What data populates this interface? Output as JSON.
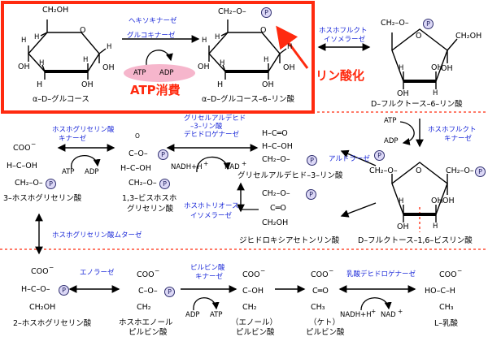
{
  "glucose": {
    "ch2oh": "CH₂OH",
    "o": "O",
    "oh": "OH",
    "h": "H",
    "name": "α–D–グルコース"
  },
  "g6p": {
    "ch2o": "CH₂–O–",
    "o": "O",
    "oh": "OH",
    "h": "H",
    "name": "α–D–グルコース–6–リン酸"
  },
  "enzymes": {
    "hexokinase": "ヘキソキナーゼ",
    "glucokinase": "グルコキナーゼ",
    "phi1": "ホスホフルクト",
    "phi2": "イソメラーゼ",
    "pfk1": "ホスホフルクト",
    "pfk2": "キナーゼ",
    "aldolase": "アルドラーゼ",
    "gapdh1": "グリセルアルデヒド",
    "gapdh2": "–3–リン酸",
    "gapdh3": "デヒドロゲナーゼ",
    "pgk1": "ホスホグリセリン酸",
    "pgk2": "キナーゼ",
    "tpi1": "ホスホトリオース",
    "tpi2": "イソメラーゼ",
    "pgm": "ホスホグリセリン酸ムターゼ",
    "enolase": "エノラーゼ",
    "pk1": "ピルビン酸",
    "pk2": "キナーゼ",
    "ldh": "乳酸デヒドロゲナーゼ"
  },
  "cofactors": {
    "atp": "ATP",
    "adp": "ADP",
    "nadh": "NADH+H",
    "nad": "NAD",
    "plus": "+"
  },
  "highlights": {
    "atp_consumption": "ATP消費",
    "phosphorylation": "リン酸化"
  },
  "phosphate": "P",
  "f6p": {
    "ch2o": "CH₂–O–",
    "ch2oh": "CH₂OH",
    "o": "O",
    "oh": "OH",
    "h": "H",
    "name": "D–フルクトース–6–リン酸"
  },
  "f16bp": {
    "ch2o": "CH₂–O–",
    "ch2o2": "CH₂–O–",
    "o": "O",
    "oh": "OH",
    "h": "H",
    "name": "D–フルクトース–1,6–ビスリン酸"
  },
  "gap": {
    "hco": "H–C═O",
    "hcoh": "H–C–OH",
    "ch2o": "CH₂–O–",
    "name": "グリセルアルデヒド–3–リン酸"
  },
  "dhap": {
    "ch2o": "CH₂–O–",
    "co": "C═O",
    "ch2oh": "CH₂OH",
    "name": "ジヒドロキシアセトンリン酸"
  },
  "bpg": {
    "co": "C–O–",
    "o": "O",
    "hcoh": "H–C–OH",
    "ch2o": "CH₂–O–",
    "name1": "1,3–ビスホスホ",
    "name2": "グリセリン酸"
  },
  "pg3": {
    "coo": "COO",
    "hcoh": "H–C–OH",
    "ch2o": "CH₂–O–",
    "name": "3–ホスホグリセリン酸"
  },
  "pg2": {
    "coo": "COO",
    "hco": "H–C–O–",
    "ch2oh": "CH₂OH",
    "name": "2–ホスホグリセリン酸"
  },
  "pep": {
    "coo": "COO",
    "co": "C–O–",
    "ch2": "CH₂",
    "name1": "ホスホエノール",
    "name2": "ピルビン酸"
  },
  "enolpyr": {
    "coo": "COO",
    "coh": "C–OH",
    "ch2": "CH₂",
    "name1": "（エノール）",
    "name2": "ピルビン酸"
  },
  "ketopyr": {
    "coo": "COO",
    "co": "C═O",
    "ch3": "CH₃",
    "name1": "（ケト）",
    "name2": "ピルビン酸"
  },
  "lactate": {
    "coo": "COO",
    "hoch": "HO–C–H",
    "ch3": "CH₃",
    "name": "L–乳酸"
  },
  "minus": "−",
  "colors": {
    "enzyme": "#1a28d8",
    "highlight": "#ff2a0f",
    "phosphate_fill": "#dcd8f6",
    "atp_oval": "#f6b6cc"
  }
}
